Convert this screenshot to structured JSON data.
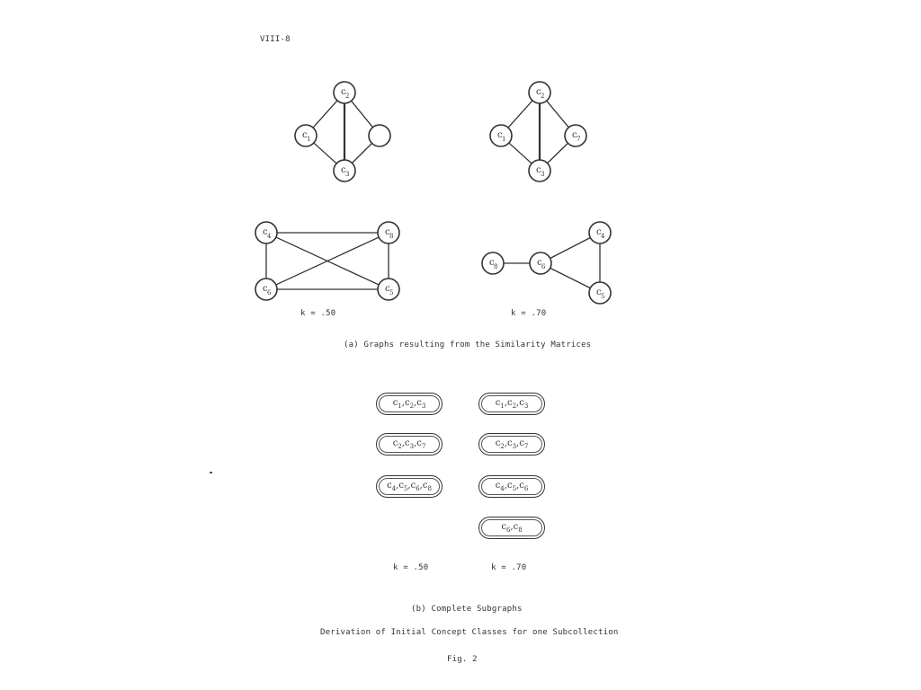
{
  "header": {
    "page_id": "VIII-8"
  },
  "graph_a_k50_top": {
    "nodes": [
      {
        "id": "c2",
        "label": "c",
        "sub": "2"
      },
      {
        "id": "c1",
        "label": "c",
        "sub": "1"
      },
      {
        "id": "c7",
        "label": "",
        "sub": ""
      },
      {
        "id": "c3",
        "label": "c",
        "sub": "3"
      }
    ],
    "edges": [
      [
        "c2",
        "c1"
      ],
      [
        "c2",
        "c7"
      ],
      [
        "c2",
        "c3"
      ],
      [
        "c1",
        "c3"
      ],
      [
        "c7",
        "c3"
      ]
    ]
  },
  "graph_a_k70_top": {
    "nodes": [
      {
        "id": "c2",
        "label": "c",
        "sub": "2"
      },
      {
        "id": "c1",
        "label": "c",
        "sub": "1"
      },
      {
        "id": "c7",
        "label": "c",
        "sub": "7"
      },
      {
        "id": "c3",
        "label": "c",
        "sub": "3"
      }
    ],
    "edges": [
      [
        "c2",
        "c1"
      ],
      [
        "c2",
        "c7"
      ],
      [
        "c2",
        "c3"
      ],
      [
        "c1",
        "c3"
      ],
      [
        "c7",
        "c3"
      ]
    ]
  },
  "graph_a_k50_bottom": {
    "nodes": [
      {
        "id": "c4",
        "label": "c",
        "sub": "4"
      },
      {
        "id": "c8",
        "label": "c",
        "sub": "8"
      },
      {
        "id": "c6",
        "label": "c",
        "sub": "6"
      },
      {
        "id": "c5",
        "label": "c",
        "sub": "5"
      }
    ],
    "edges": [
      [
        "c4",
        "c8"
      ],
      [
        "c6",
        "c5"
      ],
      [
        "c4",
        "c6"
      ],
      [
        "c8",
        "c5"
      ],
      [
        "c4",
        "c5"
      ],
      [
        "c8",
        "c6"
      ]
    ]
  },
  "graph_a_k70_bottom": {
    "nodes": [
      {
        "id": "c8",
        "label": "c",
        "sub": "8"
      },
      {
        "id": "c6",
        "label": "c",
        "sub": "6"
      },
      {
        "id": "c4",
        "label": "c",
        "sub": "4"
      },
      {
        "id": "c5",
        "label": "c",
        "sub": "5"
      }
    ],
    "edges": [
      [
        "c8",
        "c6"
      ],
      [
        "c6",
        "c4"
      ],
      [
        "c6",
        "c5"
      ],
      [
        "c4",
        "c5"
      ]
    ]
  },
  "labels": {
    "k50_a": "k = .50",
    "k70_a": "k = .70",
    "caption_a": "(a)  Graphs resulting from the Similarity Matrices",
    "k50_b": "k = .50",
    "k70_b": "k = .70",
    "caption_b": "(b)  Complete Subgraphs",
    "title": "Derivation of Initial Concept Classes for one Subcollection",
    "fig": "Fig. 2"
  },
  "subgraphs_k50": [
    [
      {
        "c": "c",
        "s": "1"
      },
      {
        "c": "c",
        "s": "2"
      },
      {
        "c": "c",
        "s": "3"
      }
    ],
    [
      {
        "c": "c",
        "s": "2"
      },
      {
        "c": "c",
        "s": "3"
      },
      {
        "c": "c",
        "s": "7"
      }
    ],
    [
      {
        "c": "c",
        "s": "4"
      },
      {
        "c": "c",
        "s": "5"
      },
      {
        "c": "c",
        "s": "6"
      },
      {
        "c": "c",
        "s": "8"
      }
    ]
  ],
  "subgraphs_k70": [
    [
      {
        "c": "c",
        "s": "1"
      },
      {
        "c": "c",
        "s": "2"
      },
      {
        "c": "c",
        "s": "3"
      }
    ],
    [
      {
        "c": "c",
        "s": "2"
      },
      {
        "c": "c",
        "s": "3"
      },
      {
        "c": "c",
        "s": "7"
      }
    ],
    [
      {
        "c": "c",
        "s": "4"
      },
      {
        "c": "c",
        "s": "5"
      },
      {
        "c": "c",
        "s": "6"
      }
    ],
    [
      {
        "c": "c",
        "s": "6"
      },
      {
        "c": "c",
        "s": "8"
      }
    ]
  ]
}
